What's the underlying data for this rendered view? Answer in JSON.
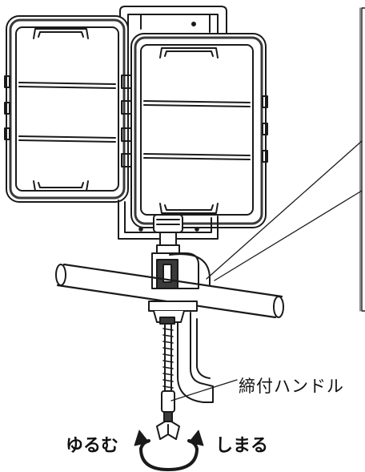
{
  "labels": {
    "handle": "締付ハンドル",
    "loosen": "ゆるむ",
    "tighten": "しまる"
  },
  "colors": {
    "line": "#1a1a1a",
    "fill": "#ffffff",
    "shade": "#3a3a3a",
    "light_shade": "#cfcfcf"
  }
}
